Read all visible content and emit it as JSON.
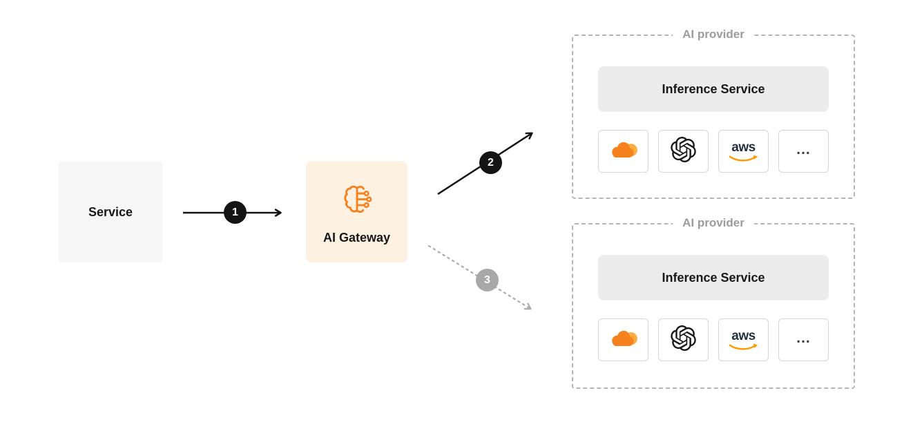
{
  "diagram": {
    "service": {
      "label": "Service"
    },
    "gateway": {
      "label": "AI Gateway"
    },
    "arrows": [
      {
        "badge": "1",
        "style": "solid-black"
      },
      {
        "badge": "2",
        "style": "solid-black"
      },
      {
        "badge": "3",
        "style": "dotted-gray"
      }
    ],
    "providers": [
      {
        "title": "AI provider",
        "inference_label": "Inference Service",
        "logos": [
          {
            "name": "cloudflare-icon"
          },
          {
            "name": "openai-icon"
          },
          {
            "name": "aws-icon",
            "text": "aws"
          },
          {
            "name": "more-icon",
            "text": "..."
          }
        ]
      },
      {
        "title": "AI provider",
        "inference_label": "Inference Service",
        "logos": [
          {
            "name": "cloudflare-icon"
          },
          {
            "name": "openai-icon"
          },
          {
            "name": "aws-icon",
            "text": "aws"
          },
          {
            "name": "more-icon",
            "text": "..."
          }
        ]
      }
    ],
    "colors": {
      "accent_orange": "#F6821F",
      "cloudflare_light_orange": "#FBAD41",
      "gateway_bg": "#FDF1E2",
      "badge_dark": "#141414",
      "badge_gray": "#A8A8A8",
      "aws_orange": "#FF9900",
      "aws_navy": "#252F3E"
    }
  }
}
